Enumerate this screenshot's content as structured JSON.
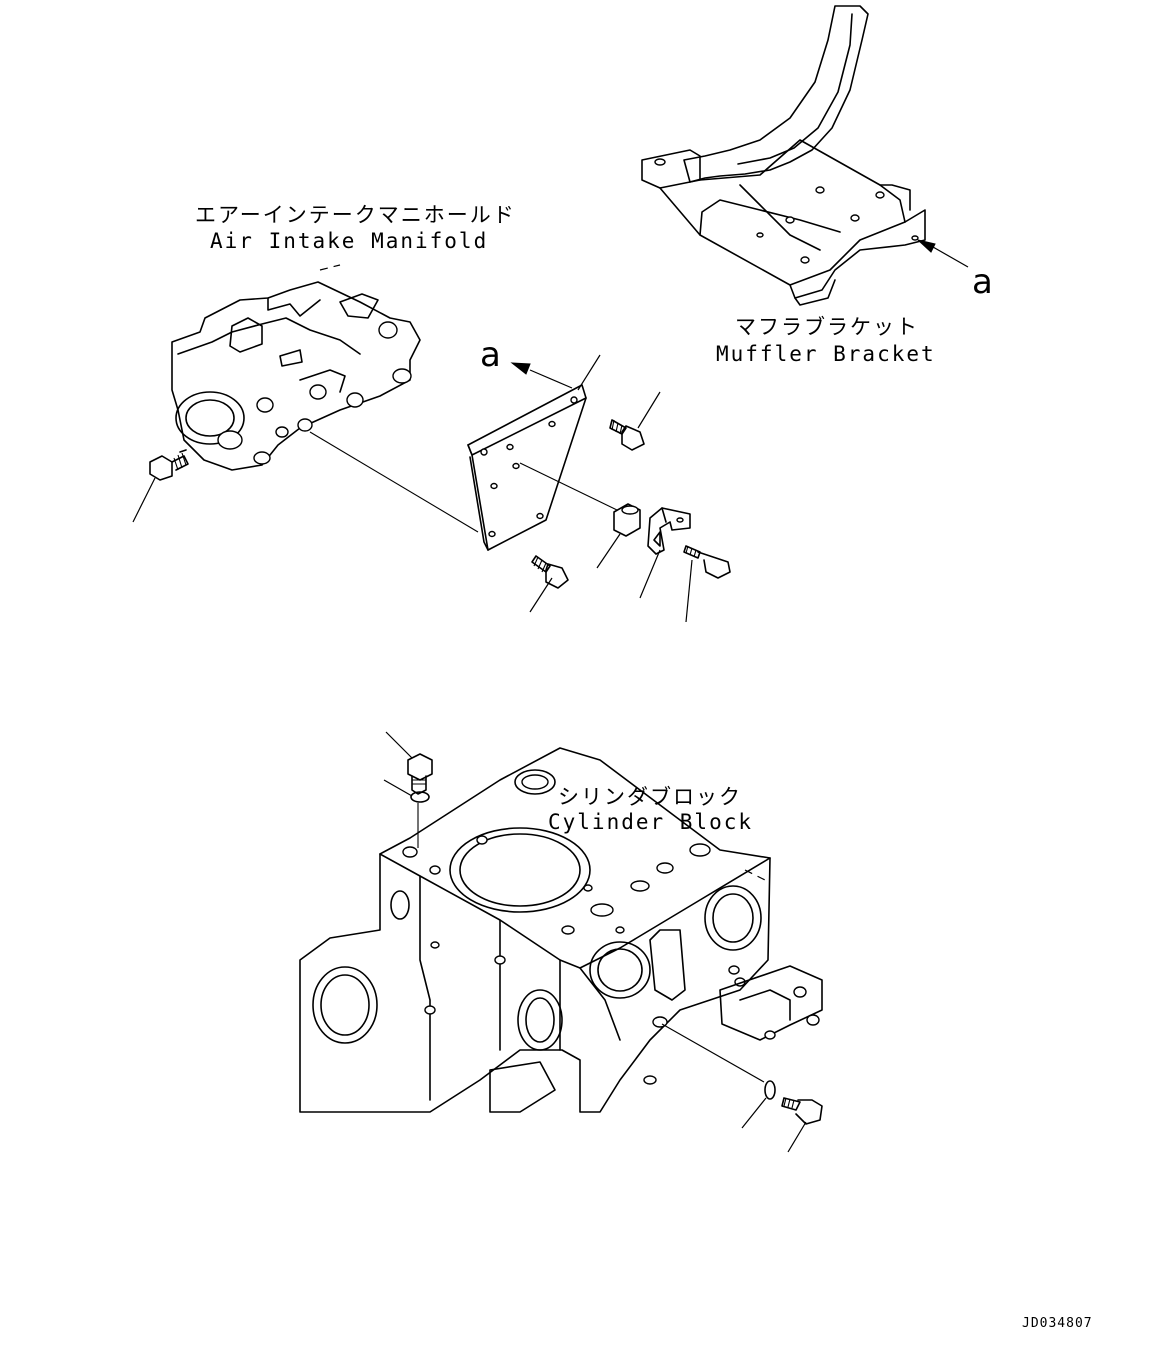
{
  "labels": {
    "air_intake_jp": "エアーインテークマニホールド",
    "air_intake_en": "Air Intake Manifold",
    "muffler_jp": "マフラブラケット",
    "muffler_en": "Muffler Bracket",
    "cylinder_jp": "シリンダブロック",
    "cylinder_en": "Cylinder Block"
  },
  "view_markers": {
    "upper": "a",
    "lower": "a"
  },
  "document_id": "JD034807"
}
